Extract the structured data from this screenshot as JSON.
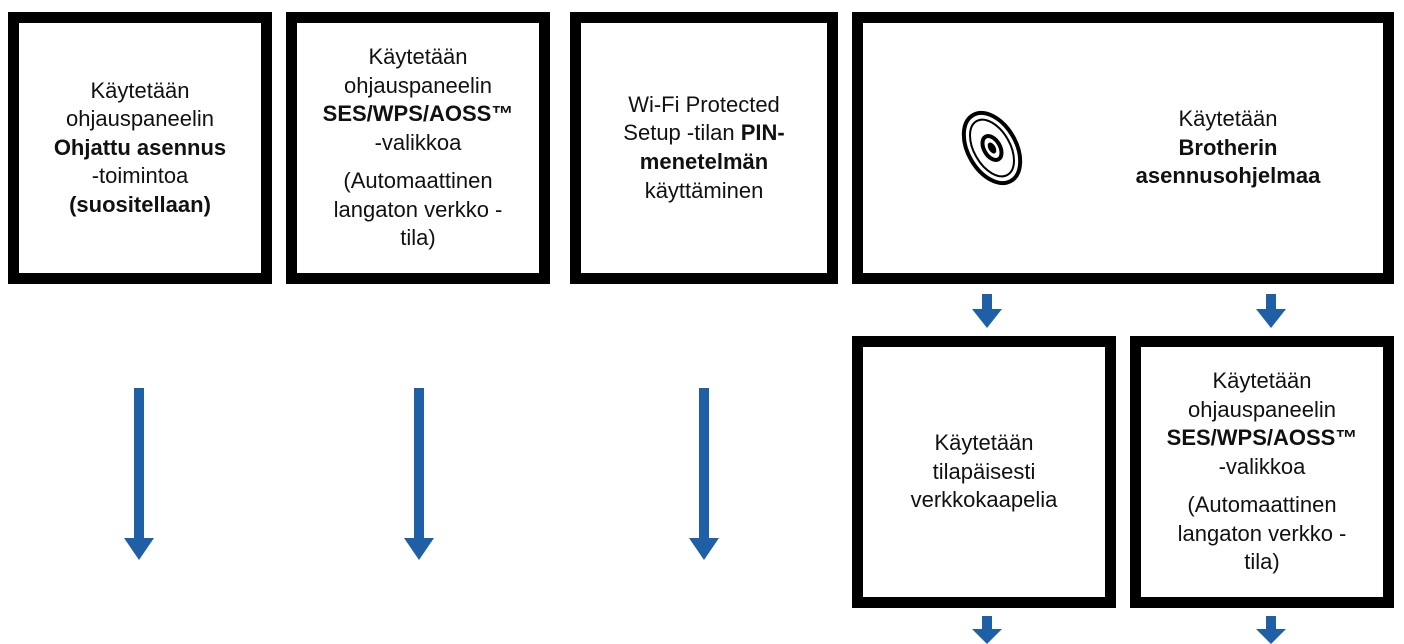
{
  "boxes": {
    "b1": {
      "l1": "Käytetään",
      "l2": "ohjauspaneelin",
      "l3": "Ohjattu asennus",
      "l4": "-toimintoa",
      "l5": "(suositellaan)"
    },
    "b2": {
      "l1": "Käytetään",
      "l2": "ohjauspaneelin",
      "l3": "SES/WPS/AOSS™",
      "l4": "-valikkoa",
      "l5": "(Automaattinen",
      "l6": "langaton verkko -",
      "l7": "tila)"
    },
    "b3": {
      "l1": "Wi-Fi Protected",
      "l2a": "Setup -tilan ",
      "l2b": "PIN-",
      "l3": "menetelmän",
      "l4": "käyttäminen"
    },
    "b4": {
      "l1": "Käytetään",
      "l2": "Brotherin",
      "l3": "asennusohjelmaa",
      "icon": "cd-disc-icon"
    },
    "b5": {
      "l1": "Käytetään",
      "l2": "tilapäisesti",
      "l3": "verkkokaapelia"
    },
    "b6": {
      "l1": "Käytetään",
      "l2": "ohjauspaneelin",
      "l3": "SES/WPS/AOSS™",
      "l4": "-valikkoa",
      "l5": "(Automaattinen",
      "l6": "langaton verkko -",
      "l7": "tila)"
    }
  },
  "colors": {
    "arrow": "#1f5fa6",
    "border": "#000000"
  }
}
